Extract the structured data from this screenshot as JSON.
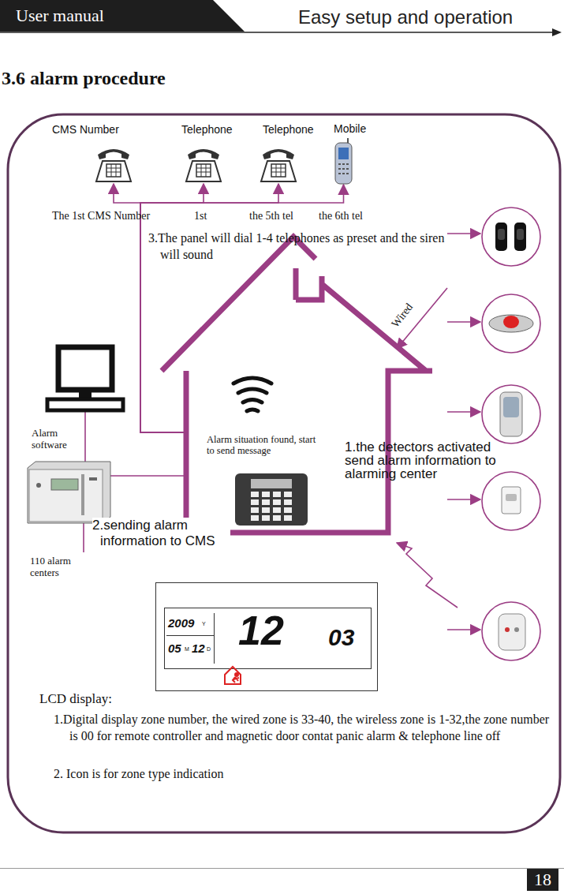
{
  "diagram": {
    "title": "3.6 alarm procedure",
    "nodes": [
      {
        "text": [
          "CMS Number",
          "The 1st CMS Number"
        ]
      },
      {
        "text": [
          "Telephone",
          "1st"
        ]
      },
      {
        "text": [
          "Telephone",
          "the 5th tel"
        ]
      },
      {
        "text": [
          "Mobile",
          "the 6th tel"
        ]
      },
      {
        "text": [
          "Alarm situation found, start to send message"
        ]
      },
      {
        "text": [
          "Alarm software"
        ]
      },
      {
        "text": [
          "110 alarm centers"
        ]
      },
      {
        "text": [
          "2009",
          "Y",
          "05",
          "M",
          "12",
          "D",
          "12",
          "03"
        ]
      }
    ],
    "edges": [
      {
        "from": 4,
        "to": 0,
        "arrow": "to"
      },
      {
        "from": 4,
        "to": 1,
        "arrow": "to"
      },
      {
        "from": 4,
        "to": 2,
        "arrow": "to"
      },
      {
        "from": 4,
        "to": 3,
        "arrow": "to"
      },
      {
        "from": 4,
        "to": 6,
        "arrow": "none"
      },
      {
        "from": 5,
        "to": 6,
        "arrow": "none"
      }
    ],
    "labels": [
      "User manual",
      "Easy setup and operation",
      "3.The panel will dial 1-4 telephones as preset and the siren will sound",
      "Wired",
      "1.the detectors activated send alarm information to alarming center",
      "2.sending alarm information to CMS",
      "LCD display:",
      "1.Digital display zone number, the wired zone is 33-40, the wireless zone is 1-32,the zone number is 00 for remote controller and magnetic door contat panic alarm & telephone line off",
      "2. Icon is for zone type indication",
      "18"
    ]
  }
}
